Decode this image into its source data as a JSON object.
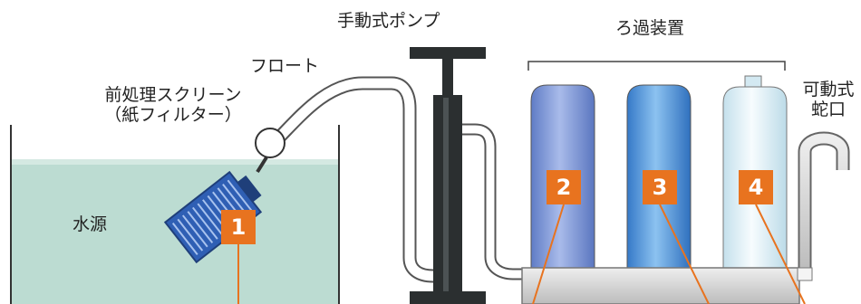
{
  "labels": {
    "hand_pump": "手動式ポンプ",
    "filter_unit": "ろ過装置",
    "float": "フロート",
    "prefilter_line1": "前処理スクリーン",
    "prefilter_line2": "（紙フィルター）",
    "water_source": "水源",
    "faucet_line1": "可動式",
    "faucet_line2": "蛇口"
  },
  "markers": [
    "1",
    "2",
    "3",
    "4"
  ],
  "colors": {
    "water": "#bcdcd2",
    "marker": "#e8731f",
    "pump": "#2b2f30",
    "cartridge_2": "#7a96d6",
    "cartridge_3": "#4f96dc",
    "cartridge_4": "#e2f2f8",
    "screen": "#2f5fb4"
  }
}
